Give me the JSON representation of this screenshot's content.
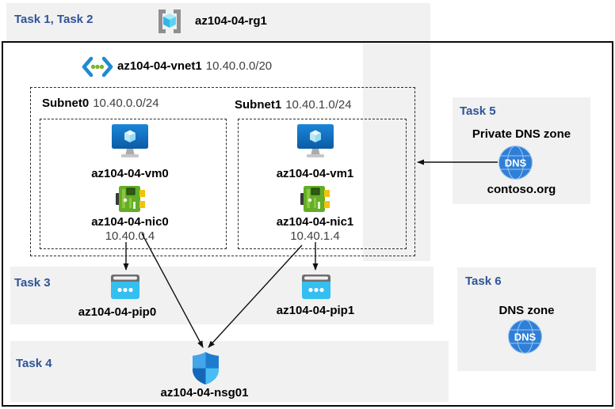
{
  "band": {
    "label": "Task 1, Task 2",
    "rg": "az104-04-rg1"
  },
  "vnet": {
    "name": "az104-04-vnet1",
    "cidr": "10.40.0.0/20"
  },
  "subnet0": {
    "name": "Subnet0",
    "cidr": "10.40.0.0/24",
    "vm": "az104-04-vm0",
    "nic": "az104-04-nic0",
    "ip": "10.40.0.4"
  },
  "subnet1": {
    "name": "Subnet1",
    "cidr": "10.40.1.0/24",
    "vm": "az104-04-vm1",
    "nic": "az104-04-nic1",
    "ip": "10.40.1.4"
  },
  "task3": {
    "label": "Task 3",
    "pip0": "az104-04-pip0",
    "pip1": "az104-04-pip1"
  },
  "task4": {
    "label": "Task 4",
    "nsg": "az104-04-nsg01"
  },
  "task5": {
    "label": "Task 5",
    "title": "Private DNS zone",
    "zone": "contoso.org",
    "dns": "DNS"
  },
  "task6": {
    "label": "Task 6",
    "title": "DNS zone",
    "dns": "DNS"
  },
  "colors": {
    "task_label_blue": "#2F5496",
    "panel_gray": "#F1F1F1",
    "vm_blue": "#0F66B4",
    "nic_green": "#63AD27",
    "pip_cyan": "#35BEF0",
    "dns_blue": "#2E7FD8"
  }
}
